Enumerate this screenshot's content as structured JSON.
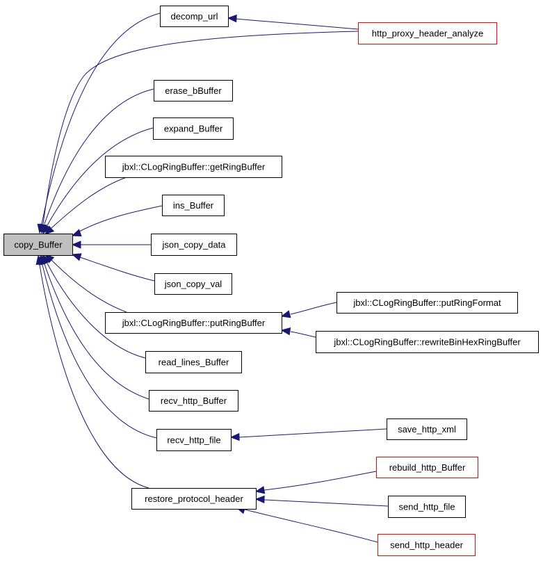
{
  "graph": {
    "colors": {
      "edge": "#191970",
      "border": "#000000",
      "truncated_border": "#ff0000",
      "root_fill": "#bfbfbf",
      "fill": "#ffffff"
    },
    "nodes": [
      {
        "id": "copy_Buffer",
        "label": "copy_Buffer",
        "root": true
      },
      {
        "id": "decomp_url",
        "label": "decomp_url"
      },
      {
        "id": "http_proxy_header_analyze",
        "label": "http_proxy_header_analyze",
        "truncated": true
      },
      {
        "id": "erase_bBuffer",
        "label": "erase_bBuffer"
      },
      {
        "id": "expand_Buffer",
        "label": "expand_Buffer"
      },
      {
        "id": "getRingBuffer",
        "label": "jbxl::CLogRingBuffer::getRingBuffer"
      },
      {
        "id": "ins_Buffer",
        "label": "ins_Buffer"
      },
      {
        "id": "json_copy_data",
        "label": "json_copy_data"
      },
      {
        "id": "json_copy_val",
        "label": "json_copy_val"
      },
      {
        "id": "putRingBuffer",
        "label": "jbxl::CLogRingBuffer::putRingBuffer"
      },
      {
        "id": "putRingFormat",
        "label": "jbxl::CLogRingBuffer::putRingFormat"
      },
      {
        "id": "rewriteBinHexRingBuffer",
        "label": "jbxl::CLogRingBuffer::rewriteBinHexRingBuffer"
      },
      {
        "id": "read_lines_Buffer",
        "label": "read_lines_Buffer"
      },
      {
        "id": "recv_http_Buffer",
        "label": "recv_http_Buffer"
      },
      {
        "id": "recv_http_file",
        "label": "recv_http_file"
      },
      {
        "id": "save_http_xml",
        "label": "save_http_xml"
      },
      {
        "id": "restore_protocol_header",
        "label": "restore_protocol_header"
      },
      {
        "id": "rebuild_http_Buffer",
        "label": "rebuild_http_Buffer",
        "truncated": true
      },
      {
        "id": "send_http_file",
        "label": "send_http_file"
      },
      {
        "id": "send_http_header",
        "label": "send_http_header",
        "truncated": true
      }
    ],
    "edges": [
      {
        "from": "decomp_url",
        "to": "copy_Buffer"
      },
      {
        "from": "http_proxy_header_analyze",
        "to": "decomp_url"
      },
      {
        "from": "http_proxy_header_analyze",
        "to": "copy_Buffer"
      },
      {
        "from": "erase_bBuffer",
        "to": "copy_Buffer"
      },
      {
        "from": "expand_Buffer",
        "to": "copy_Buffer"
      },
      {
        "from": "getRingBuffer",
        "to": "copy_Buffer"
      },
      {
        "from": "ins_Buffer",
        "to": "copy_Buffer"
      },
      {
        "from": "json_copy_data",
        "to": "copy_Buffer"
      },
      {
        "from": "json_copy_val",
        "to": "copy_Buffer"
      },
      {
        "from": "putRingBuffer",
        "to": "copy_Buffer"
      },
      {
        "from": "putRingFormat",
        "to": "putRingBuffer"
      },
      {
        "from": "rewriteBinHexRingBuffer",
        "to": "putRingBuffer"
      },
      {
        "from": "read_lines_Buffer",
        "to": "copy_Buffer"
      },
      {
        "from": "recv_http_Buffer",
        "to": "copy_Buffer"
      },
      {
        "from": "recv_http_file",
        "to": "copy_Buffer"
      },
      {
        "from": "save_http_xml",
        "to": "recv_http_file"
      },
      {
        "from": "restore_protocol_header",
        "to": "copy_Buffer"
      },
      {
        "from": "rebuild_http_Buffer",
        "to": "restore_protocol_header"
      },
      {
        "from": "send_http_file",
        "to": "restore_protocol_header"
      },
      {
        "from": "send_http_header",
        "to": "restore_protocol_header"
      }
    ]
  }
}
